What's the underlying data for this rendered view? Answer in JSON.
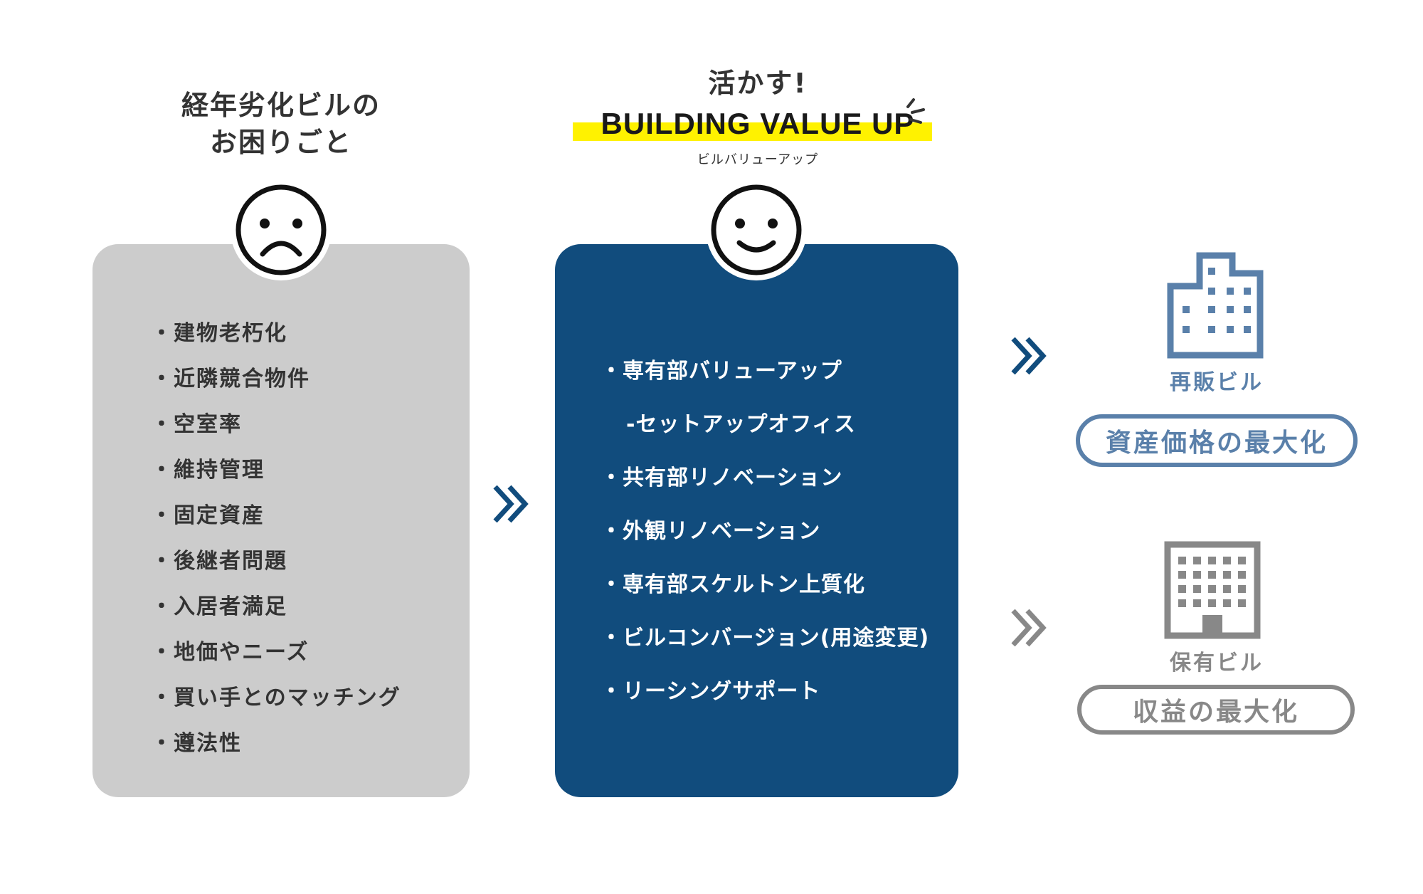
{
  "left": {
    "title_line1": "経年劣化ビルの",
    "title_line2": "お困りごと",
    "face_icon": "sad-face-icon",
    "items": [
      "建物老朽化",
      "近隣競合物件",
      "空室率",
      "維持管理",
      "固定資産",
      "後継者問題",
      "入居者満足",
      "地価やニーズ",
      "買い手とのマッチング",
      "遵法性"
    ]
  },
  "middle": {
    "kicker": "活かす!",
    "title": "BUILDING VALUE UP",
    "subtitle": "ビルバリューアップ",
    "face_icon": "happy-face-icon",
    "items": [
      {
        "text": "専有部バリューアップ",
        "sub": false
      },
      {
        "text": "-セットアップオフィス",
        "sub": true
      },
      {
        "text": "共有部リノベーション",
        "sub": false
      },
      {
        "text": "外観リノベーション",
        "sub": false
      },
      {
        "text": "専有部スケルトン上質化",
        "sub": false
      },
      {
        "text": "ビルコンバージョン(用途変更)",
        "sub": false
      },
      {
        "text": "リーシングサポート",
        "sub": false
      }
    ]
  },
  "right": {
    "resale": {
      "label": "再販ビル",
      "result": "資産価格の最大化",
      "icon": "building-icon",
      "color": "#5a80aa"
    },
    "owned": {
      "label": "保有ビル",
      "result": "収益の最大化",
      "icon": "office-building-icon",
      "color": "#888888"
    }
  },
  "colors": {
    "panel_left": "#cccccc",
    "panel_mid": "#114c7d",
    "highlight": "#fff200",
    "arrow_blue": "#114c7d",
    "arrow_gray": "#888888"
  }
}
